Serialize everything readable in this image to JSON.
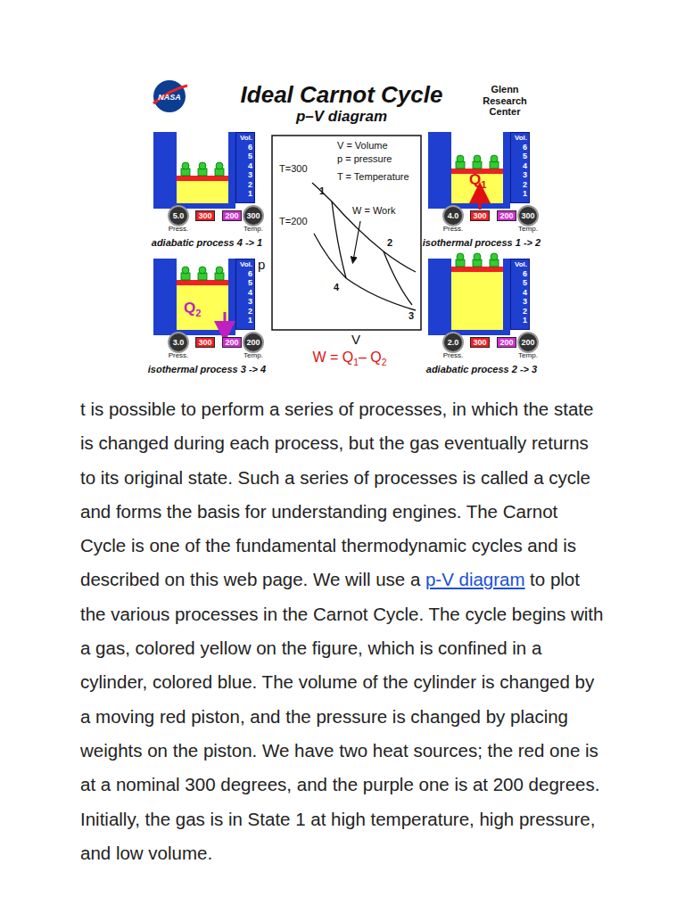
{
  "diagram": {
    "title": "Ideal Carnot Cycle",
    "nodes": [
      {
        "text": [
          "Vol.",
          "6",
          "5",
          "4",
          "3",
          "2",
          "1"
        ]
      },
      {
        "text": [
          "5.0",
          "Press."
        ]
      },
      {
        "text": [
          "300"
        ]
      },
      {
        "text": [
          "200"
        ]
      },
      {
        "text": [
          "300",
          "Temp."
        ]
      },
      {
        "text": [
          "Vol.",
          "6",
          "5",
          "4",
          "3",
          "2",
          "1"
        ]
      },
      {
        "text": [
          "4.0",
          "Press."
        ]
      },
      {
        "text": [
          "300"
        ]
      },
      {
        "text": [
          "200"
        ]
      },
      {
        "text": [
          "300",
          "Temp."
        ]
      },
      {
        "text": [
          "Vol.",
          "6",
          "5",
          "4",
          "3",
          "2",
          "1"
        ]
      },
      {
        "text": [
          "3.0",
          "Press."
        ]
      },
      {
        "text": [
          "300"
        ]
      },
      {
        "text": [
          "200"
        ]
      },
      {
        "text": [
          "200",
          "Temp."
        ]
      },
      {
        "text": [
          "Vol.",
          "6",
          "5",
          "4",
          "3",
          "2",
          "1"
        ]
      },
      {
        "text": [
          "2.0",
          "Press."
        ]
      },
      {
        "text": [
          "300"
        ]
      },
      {
        "text": [
          "200"
        ]
      },
      {
        "text": [
          "200",
          "Temp."
        ]
      }
    ],
    "labels": [
      "NASA",
      "p–V diagram",
      "Glenn Research Center",
      "adiabatic process 4 -> 1",
      "isothermal process 1 -> 2",
      "isothermal process 3 -> 4",
      "adiabatic process 2 -> 3",
      "V = Volume",
      "p = pressure",
      "T = Temperature",
      "W = Work",
      "T=300",
      "T=200",
      "1",
      "2",
      "3",
      "4",
      "p",
      "V",
      "W = Q",
      "1",
      "– Q",
      "2",
      "Q",
      "1",
      "Q",
      "2",
      "t is possible to perform a series of processes, in which the state is changed during each process, but the gas eventually returns to its original state. Such a series of processes is called a cycle and forms the basis for understanding engines. The Carnot Cycle is one of the fundamental thermodynamic cycles and is described on this web page. We will use a",
      "p-V diagram",
      "to plot the various processes in the Carnot Cycle. The cycle begins with a gas, colored yellow on the figure, which is confined in a cylinder, colored blue. The volume of the cylinder is changed by a moving red piston, and the pressure is changed by placing weights on the piston. We have two heat sources; the red one is at a nominal 300 degrees, and the purple one is at 200 degrees. Initially, the gas is in State 1 at high temperature, high pressure, and low volume."
    ]
  }
}
